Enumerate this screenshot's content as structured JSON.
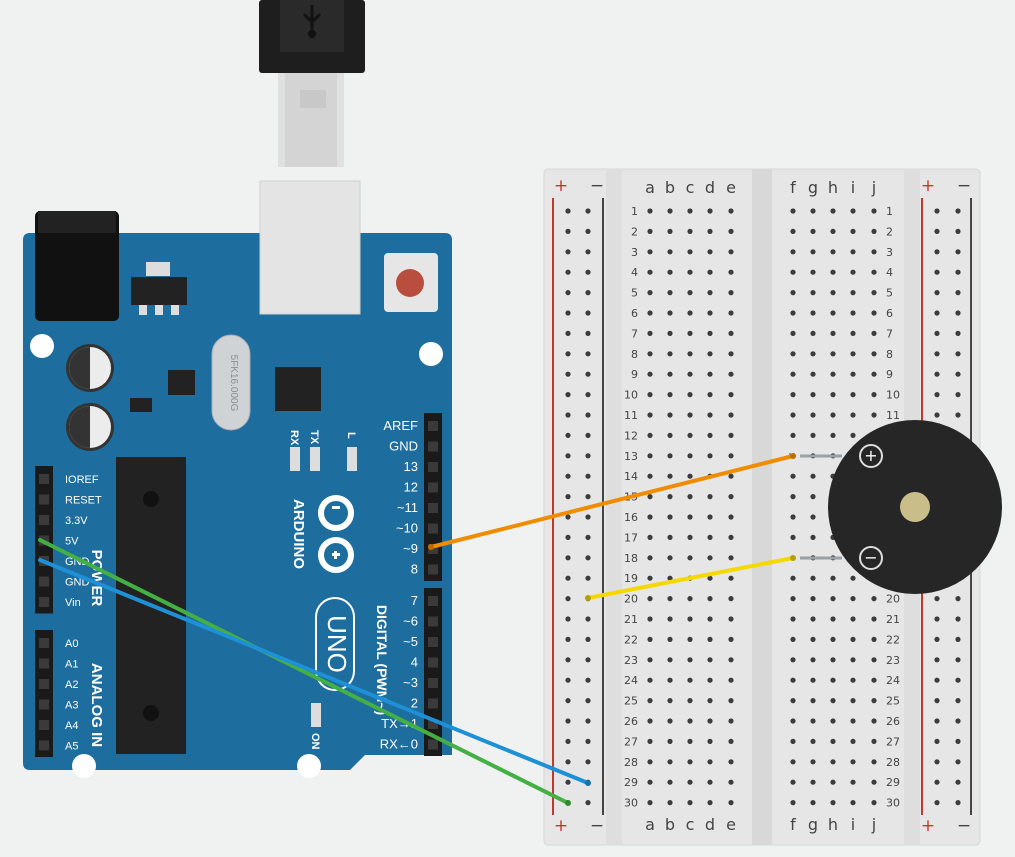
{
  "arduino": {
    "brand": "ARDUINO",
    "model": "UNO",
    "crystal": "5FK16.000G",
    "power_header_title": "POWER",
    "analog_header_title": "ANALOG IN",
    "digital_header_title": "DIGITAL (PWM~)",
    "power_pins": [
      "IOREF",
      "RESET",
      "3.3V",
      "5V",
      "GND",
      "GND",
      "Vin"
    ],
    "analog_pins": [
      "A0",
      "A1",
      "A2",
      "A3",
      "A4",
      "A5"
    ],
    "digital_pins_top": [
      "AREF",
      "GND",
      "13",
      "12",
      "~11",
      "~10",
      "~9",
      "8"
    ],
    "digital_pins_bottom": [
      "7",
      "~6",
      "~5",
      "4",
      "~3",
      "2",
      "TX→1",
      "RX←0"
    ],
    "led_labels": {
      "rx": "RX",
      "tx": "TX",
      "l": "L",
      "on": "ON"
    }
  },
  "breadboard": {
    "columns_left": [
      "a",
      "b",
      "c",
      "d",
      "e"
    ],
    "columns_right": [
      "f",
      "g",
      "h",
      "i",
      "j"
    ],
    "rows": 30,
    "rail_plus": "+",
    "rail_minus": "−"
  },
  "buzzer": {
    "plus": "+",
    "minus": "−"
  },
  "wires": [
    {
      "from": "~9",
      "to": "f13",
      "color": "#f08c00"
    },
    {
      "from": "buzzer-minus",
      "to": "left-rail-minus-20",
      "color": "#f5d800"
    },
    {
      "from": "5V",
      "to": "left-rail-plus-30",
      "color": "#44b044"
    },
    {
      "from": "GND",
      "to": "left-rail-minus-29",
      "color": "#1e90d6"
    }
  ]
}
